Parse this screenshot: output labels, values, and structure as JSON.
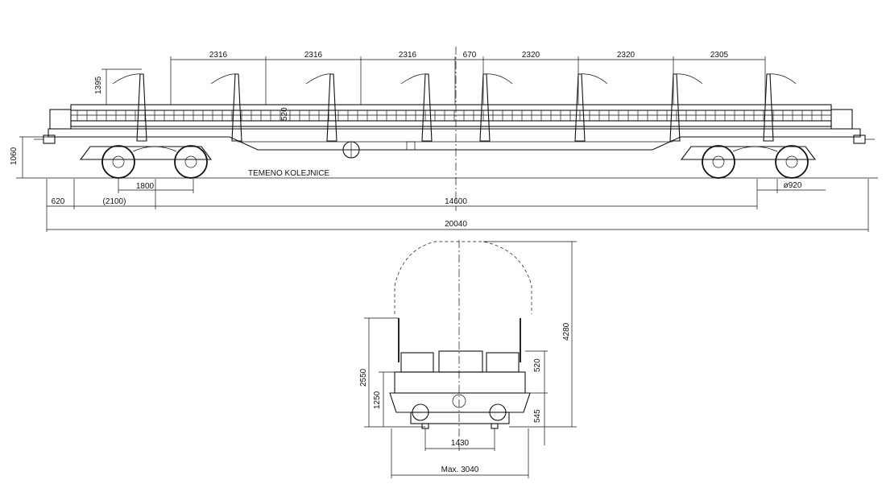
{
  "side_view": {
    "top_dims": [
      "2316",
      "2316",
      "2316",
      "670",
      "2320",
      "2320",
      "2305"
    ],
    "stanchion_height": "1395",
    "mid_height": "520",
    "floor_height": "1060",
    "rail_label": "TEMENO KOLEJNICE",
    "bottom_dims": {
      "overhang": "620",
      "axle_offset": "(2100)",
      "bogie_wheelbase": "1800",
      "bogie_centers": "14600",
      "wheel_diameter": "ø920",
      "total_length": "20040"
    }
  },
  "end_view": {
    "overall_height": "4280",
    "stanchion_height": "2550",
    "floor_height": "1250",
    "upper_dim": "520",
    "lower_dim": "545",
    "track_gauge": "1430",
    "max_width": "Max. 3040"
  }
}
